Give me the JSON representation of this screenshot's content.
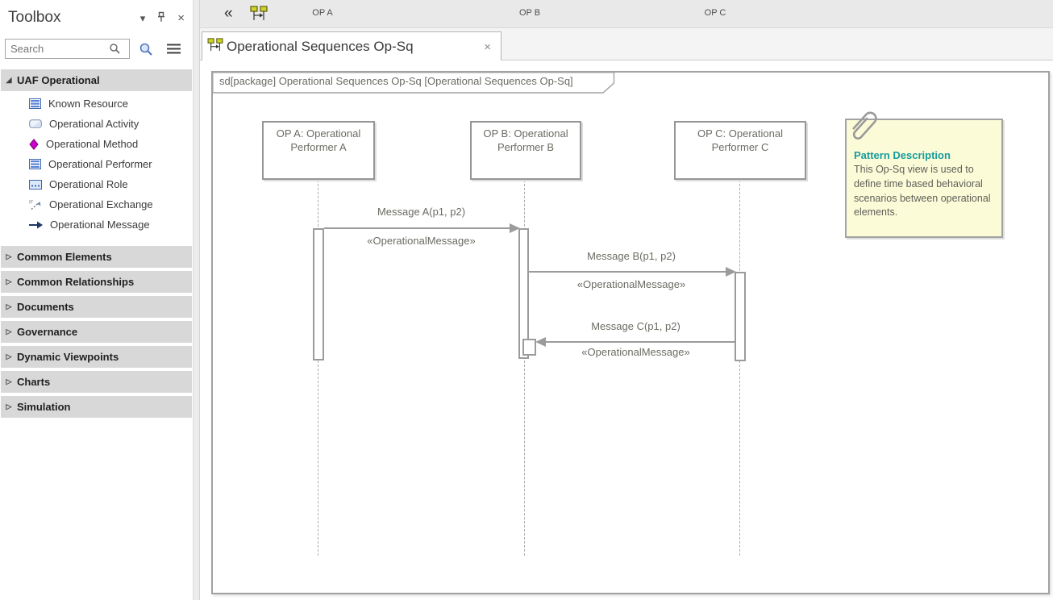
{
  "toolbox": {
    "title": "Toolbox",
    "caret_glyph": "▾",
    "close_glyph": "×",
    "search_placeholder": "Search",
    "sections": [
      {
        "label": "UAF Operational",
        "expanded": true,
        "items": [
          {
            "label": "Known Resource",
            "icon": "striped-rect-icon"
          },
          {
            "label": "Operational Activity",
            "icon": "rounded-rect-icon"
          },
          {
            "label": "Operational Method",
            "icon": "diamond-icon"
          },
          {
            "label": "Operational Performer",
            "icon": "striped-rect-icon"
          },
          {
            "label": "Operational Role",
            "icon": "dotted-rect-icon"
          },
          {
            "label": "Operational Exchange",
            "icon": "exchange-arrow-icon"
          },
          {
            "label": "Operational Message",
            "icon": "message-arrow-icon"
          }
        ]
      },
      {
        "label": "Common Elements",
        "expanded": false
      },
      {
        "label": "Common Relationships",
        "expanded": false
      },
      {
        "label": "Documents",
        "expanded": false
      },
      {
        "label": "Governance",
        "expanded": false
      },
      {
        "label": "Dynamic Viewpoints",
        "expanded": false
      },
      {
        "label": "Charts",
        "expanded": false
      },
      {
        "label": "Simulation",
        "expanded": false
      }
    ],
    "expanded_tri": "◢",
    "collapsed_tri": "▷"
  },
  "header": {
    "collapse_glyph": "«",
    "lifeline_labels": [
      "OP A",
      "OP B",
      "OP C"
    ]
  },
  "tab": {
    "title": "Operational Sequences Op-Sq",
    "close_glyph": "×"
  },
  "diagram": {
    "frame_label": "sd[package] Operational Sequences Op-Sq [Operational Sequences Op-Sq]",
    "lifelines": [
      {
        "name": "OP A: Operational Performer A"
      },
      {
        "name": "OP B: Operational Performer B"
      },
      {
        "name": "OP C: Operational Performer C"
      }
    ],
    "messages": [
      {
        "label": "Message A(p1, p2)",
        "stereotype": "«OperationalMessage»",
        "from": "OP A",
        "to": "OP B"
      },
      {
        "label": "Message B(p1, p2)",
        "stereotype": "«OperationalMessage»",
        "from": "OP B",
        "to": "OP C"
      },
      {
        "label": "Message C(p1, p2)",
        "stereotype": "«OperationalMessage»",
        "from": "OP C",
        "to": "OP B"
      }
    ],
    "note": {
      "title": "Pattern Description",
      "body": "This Op-Sq view is used to define time based behavioral scenarios between operational elements."
    }
  },
  "colors": {
    "note_bg": "#fbfbd8",
    "note_title": "#169c9c",
    "diagram_gray": "#9b9b9b",
    "diagram_text": "#6b6b64",
    "seq_icon_fill": "#ccd32a",
    "method_diamond": "#cc00cc",
    "message_arrow_navy": "#1f3864",
    "section_bar": "#d8d8d8"
  }
}
